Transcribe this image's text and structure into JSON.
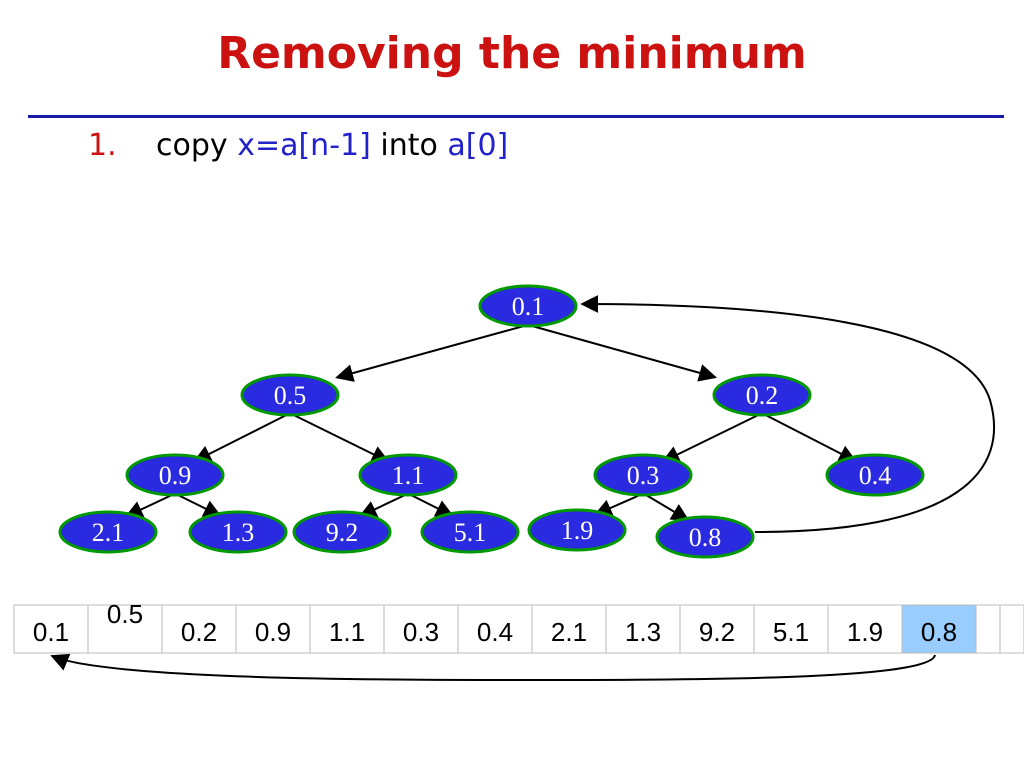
{
  "title": "Removing the minimum",
  "step": {
    "number": "1.",
    "verb": "copy",
    "expr": "x=a[n-1]",
    "into": "into",
    "target": "a[0]"
  },
  "colors": {
    "title": "#cc1111",
    "rule": "#1a1aaa",
    "node_fill": "#2a2ae0",
    "node_ring": "#009900",
    "highlight_cell": "#99ccff"
  },
  "tree": {
    "nodes": [
      {
        "id": "n0",
        "label": "0.1"
      },
      {
        "id": "n1",
        "label": "0.5"
      },
      {
        "id": "n2",
        "label": "0.2"
      },
      {
        "id": "n3",
        "label": "0.9"
      },
      {
        "id": "n4",
        "label": "1.1"
      },
      {
        "id": "n5",
        "label": "0.3"
      },
      {
        "id": "n6",
        "label": "0.4"
      },
      {
        "id": "n7",
        "label": "2.1"
      },
      {
        "id": "n8",
        "label": "1.3"
      },
      {
        "id": "n9",
        "label": "9.2"
      },
      {
        "id": "n10",
        "label": "5.1"
      },
      {
        "id": "n11",
        "label": "1.9"
      },
      {
        "id": "n12",
        "label": "0.8"
      }
    ],
    "edges": [
      [
        "n0",
        "n1"
      ],
      [
        "n0",
        "n2"
      ],
      [
        "n1",
        "n3"
      ],
      [
        "n1",
        "n4"
      ],
      [
        "n2",
        "n5"
      ],
      [
        "n2",
        "n6"
      ],
      [
        "n3",
        "n7"
      ],
      [
        "n3",
        "n8"
      ],
      [
        "n4",
        "n9"
      ],
      [
        "n4",
        "n10"
      ],
      [
        "n5",
        "n11"
      ],
      [
        "n5",
        "n12"
      ]
    ]
  },
  "array": {
    "cells": [
      "0.1",
      "0.5",
      "0.2",
      "0.9",
      "1.1",
      "0.3",
      "0.4",
      "2.1",
      "1.3",
      "9.2",
      "5.1",
      "1.9",
      "0.8",
      "",
      ""
    ],
    "highlight_index": 12
  }
}
